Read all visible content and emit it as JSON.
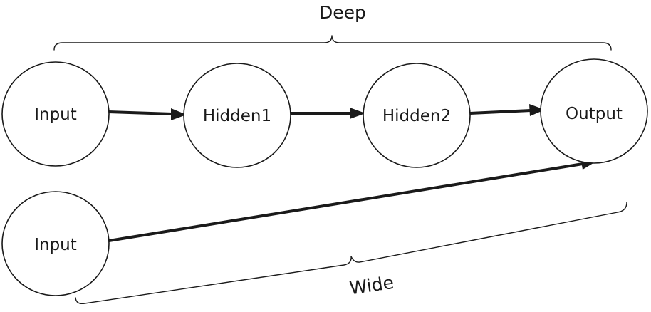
{
  "diagram": {
    "nodes": {
      "input_deep": "Input",
      "hidden1": "Hidden1",
      "hidden2": "Hidden2",
      "output": "Output",
      "input_wide": "Input"
    },
    "brackets": {
      "deep": "Deep",
      "wide": "Wide"
    },
    "edges": [
      {
        "from": "input_deep",
        "to": "hidden1"
      },
      {
        "from": "hidden1",
        "to": "hidden2"
      },
      {
        "from": "hidden2",
        "to": "output"
      },
      {
        "from": "input_wide",
        "to": "output"
      }
    ],
    "colors": {
      "stroke": "#1a1a1a",
      "background": "#ffffff"
    }
  }
}
